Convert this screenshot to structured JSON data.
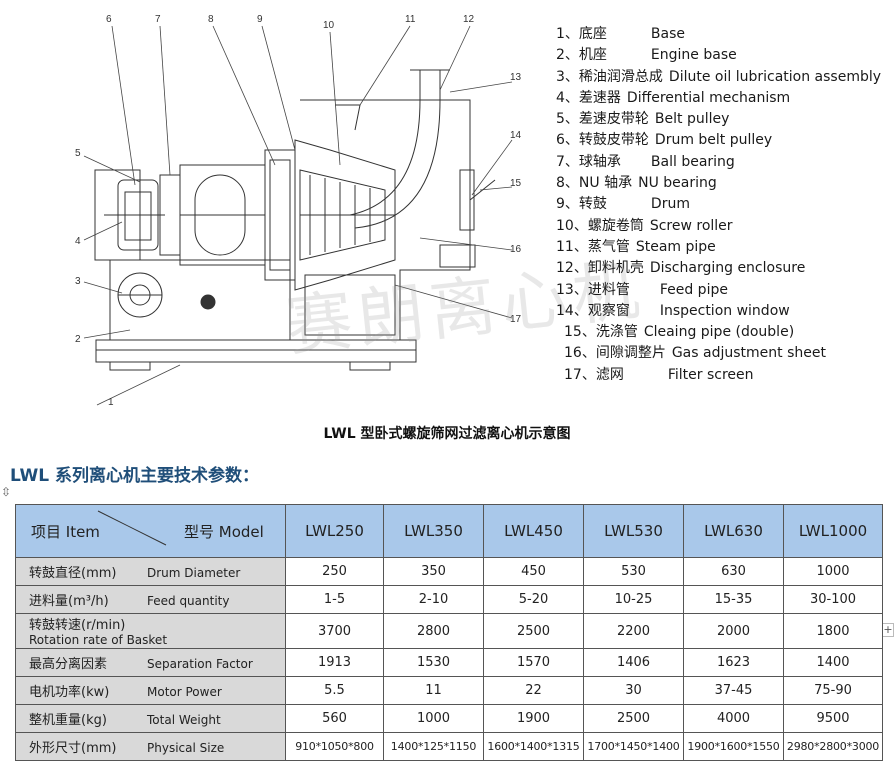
{
  "diagram": {
    "callouts": [
      "1",
      "2",
      "3",
      "4",
      "5",
      "6",
      "7",
      "8",
      "9",
      "10",
      "11",
      "12",
      "13",
      "14",
      "15",
      "16",
      "17"
    ],
    "watermark": "赛朗离心机"
  },
  "legend": [
    {
      "num": "1、",
      "cn": "底座",
      "en": "Base"
    },
    {
      "num": "2、",
      "cn": "机座",
      "en": "Engine base"
    },
    {
      "num": "3、",
      "cn": "稀油润滑总成",
      "en": "Dilute oil lubrication assembly"
    },
    {
      "num": "4、",
      "cn": "差速器",
      "en": "Differential mechanism"
    },
    {
      "num": "5、",
      "cn": "差速皮带轮",
      "en": "Belt pulley"
    },
    {
      "num": "6、",
      "cn": "转鼓皮带轮",
      "en": "Drum belt pulley"
    },
    {
      "num": "7、",
      "cn": "球轴承",
      "en": "Ball bearing"
    },
    {
      "num": "8、",
      "cn": "NU 轴承",
      "en": "NU bearing"
    },
    {
      "num": "9、",
      "cn": "转鼓",
      "en": "Drum"
    },
    {
      "num": "10、",
      "cn": "螺旋卷筒",
      "en": "Screw roller"
    },
    {
      "num": "11、",
      "cn": "蒸气管",
      "en": "Steam pipe"
    },
    {
      "num": "12、",
      "cn": "卸料机壳",
      "en": "Discharging enclosure"
    },
    {
      "num": "13、",
      "cn": "进料管",
      "en": "Feed pipe"
    },
    {
      "num": "14、",
      "cn": "观察窗",
      "en": "Inspection window"
    },
    {
      "num": "15、",
      "cn": "洗涤管",
      "en": "Cleaing pipe (double)"
    },
    {
      "num": "16、",
      "cn": "间隙调整片",
      "en": "Gas adjustment sheet"
    },
    {
      "num": "17、",
      "cn": "滤网",
      "en": "Filter screen"
    }
  ],
  "caption": "LWL 型卧式螺旋筛网过滤离心机示意图",
  "section_title": "LWL 系列离心机主要技术参数：",
  "handles": {
    "move": "⇳",
    "plus": "+"
  },
  "table": {
    "header": {
      "item": "项目 Item",
      "model": "型号 Model",
      "models": [
        "LWL250",
        "LWL350",
        "LWL450",
        "LWL530",
        "LWL630",
        "LWL1000"
      ]
    },
    "rows": [
      {
        "cn": "转鼓直径(mm)",
        "en": "Drum Diameter",
        "values": [
          "250",
          "350",
          "450",
          "530",
          "630",
          "1000"
        ]
      },
      {
        "cn": "进料量(m³/h)",
        "en": "Feed quantity",
        "values": [
          "1-5",
          "2-10",
          "5-20",
          "10-25",
          "15-35",
          "30-100"
        ]
      },
      {
        "cn": "转鼓转速(r/min)",
        "en": "Rotation rate of Basket",
        "values": [
          "3700",
          "2800",
          "2500",
          "2200",
          "2000",
          "1800"
        ]
      },
      {
        "cn": "最高分离因素",
        "en": "Separation Factor",
        "values": [
          "1913",
          "1530",
          "1570",
          "1406",
          "1623",
          "1400"
        ]
      },
      {
        "cn": "电机功率(kw)",
        "en": "Motor Power",
        "values": [
          "5.5",
          "11",
          "22",
          "30",
          "37-45",
          "75-90"
        ]
      },
      {
        "cn": "整机重量(kg)",
        "en": "Total Weight",
        "values": [
          "560",
          "1000",
          "1900",
          "2500",
          "4000",
          "9500"
        ]
      },
      {
        "cn": "外形尺寸(mm)",
        "en": "Physical Size",
        "values": [
          "910*1050*800",
          "1400*125*1150",
          "1600*1400*1315",
          "1700*1450*1400",
          "1900*1600*1550",
          "2980*2800*3000"
        ]
      }
    ]
  }
}
